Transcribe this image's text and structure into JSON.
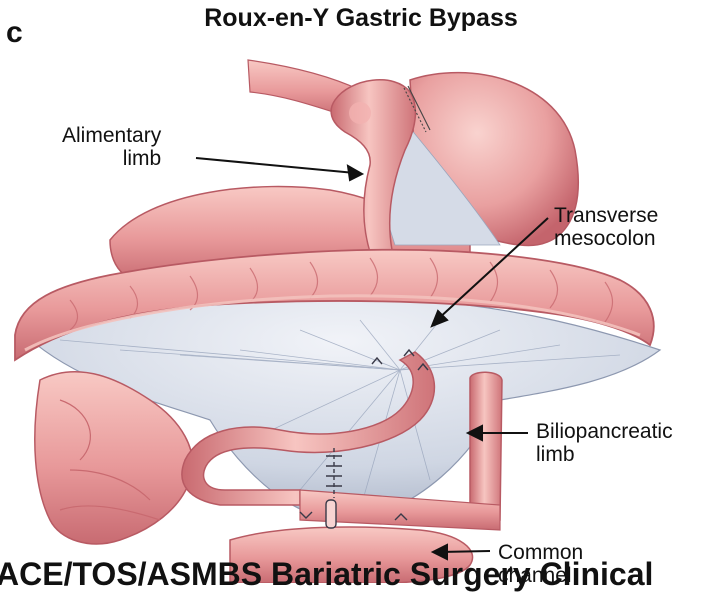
{
  "figure": {
    "panel_letter": "c",
    "title": "Roux-en-Y Gastric Bypass"
  },
  "labels": {
    "alimentary": [
      "Alimentary",
      "limb"
    ],
    "transverse": [
      "Transverse",
      "mesocolon"
    ],
    "biliopancreatic": [
      "Biliopancreatic",
      "limb"
    ],
    "common": [
      "Common",
      "channel"
    ]
  },
  "caption": "ACE/TOS/ASMBS Bariatric Surgery Clinical",
  "colors": {
    "tissue": "#e79a9a",
    "tissue_dark": "#c96a70",
    "tissue_light": "#f6c3bf",
    "mesentery": "#c9d1e0",
    "mesentery_line": "#9aa6bd",
    "staple": "#3a3a48"
  }
}
